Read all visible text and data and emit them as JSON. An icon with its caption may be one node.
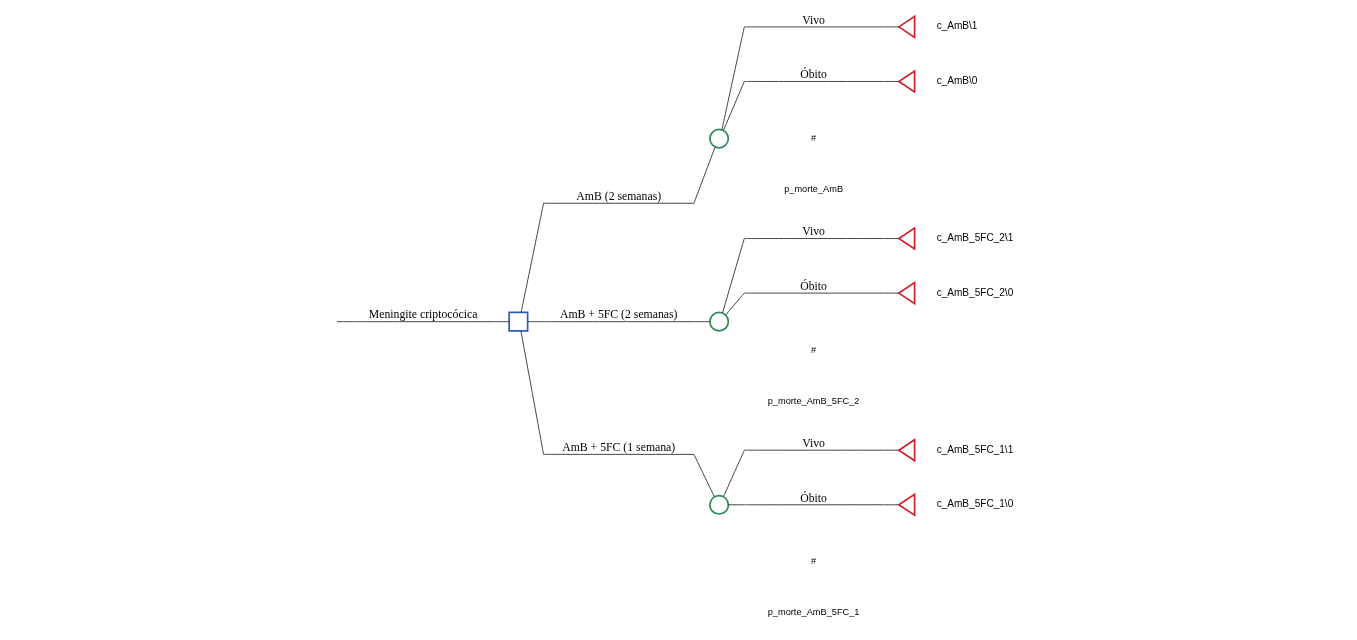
{
  "diagram": {
    "nodes": [
      {
        "text": [],
        "shape": "box"
      },
      {
        "text": [],
        "shape": "circle"
      },
      {
        "text": [],
        "shape": "circle"
      },
      {
        "text": [],
        "shape": "circle"
      },
      {
        "text": [],
        "shape": "triangle",
        "beside": [
          "c_AmB\\1"
        ]
      },
      {
        "text": [],
        "shape": "triangle",
        "beside": [
          "c_AmB\\0"
        ]
      },
      {
        "text": [],
        "shape": "triangle",
        "beside": [
          "c_AmB_5FC_2\\1"
        ]
      },
      {
        "text": [],
        "shape": "triangle",
        "beside": [
          "c_AmB_5FC_2\\0"
        ]
      },
      {
        "text": [],
        "shape": "triangle",
        "beside": [
          "c_AmB_5FC_1\\1"
        ]
      },
      {
        "text": [],
        "shape": "triangle",
        "beside": [
          "c_AmB_5FC_1\\0"
        ]
      }
    ],
    "edges": [
      {
        "from": null,
        "to": 0,
        "arrow": "none",
        "label": "Meningite criptocócica"
      },
      {
        "from": 0,
        "to": 1,
        "arrow": "none",
        "label": "AmB (2 semanas)"
      },
      {
        "from": 0,
        "to": 2,
        "arrow": "none",
        "label": "AmB + 5FC (2 semanas)"
      },
      {
        "from": 0,
        "to": 3,
        "arrow": "none",
        "label": "AmB + 5FC (1 semana)"
      },
      {
        "from": 1,
        "to": 4,
        "arrow": "none",
        "label": "Vivo"
      },
      {
        "from": 1,
        "to": 5,
        "arrow": "none",
        "label": "Óbito"
      },
      {
        "from": 2,
        "to": 6,
        "arrow": "none",
        "label": "Vivo"
      },
      {
        "from": 2,
        "to": 7,
        "arrow": "none",
        "label": "Óbito"
      },
      {
        "from": 3,
        "to": 8,
        "arrow": "none",
        "label": "Vivo"
      },
      {
        "from": 3,
        "to": 9,
        "arrow": "none",
        "label": "Óbito"
      }
    ],
    "labels": [
      "#",
      "p_morte_AmB",
      "#",
      "p_morte_AmB_5FC_2",
      "#",
      "p_morte_AmB_5FC_1"
    ]
  }
}
